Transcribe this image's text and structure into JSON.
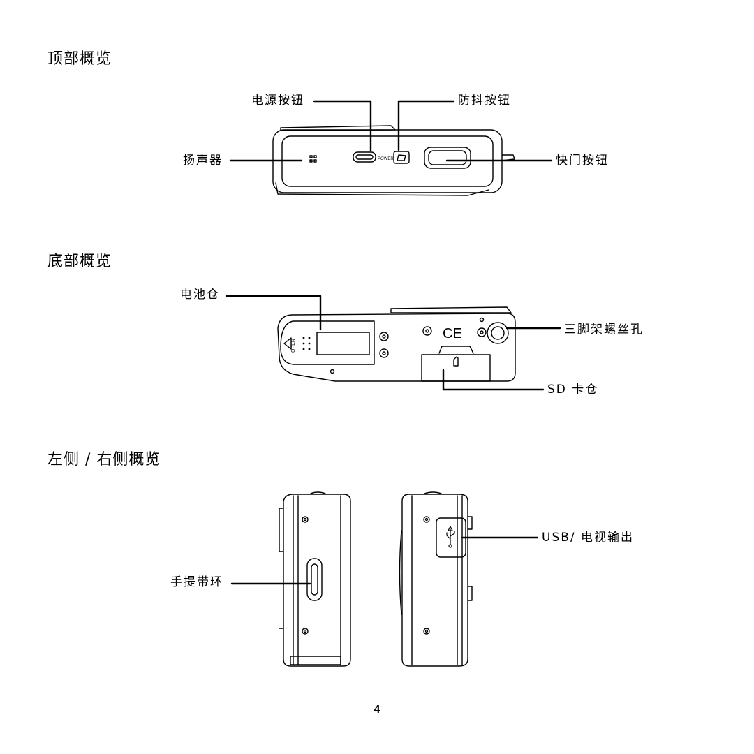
{
  "sections": {
    "top": {
      "heading": "顶部概览",
      "labels": {
        "power_button": "电源按钮",
        "stabilizer_button": "防抖按钮",
        "speaker": "扬声器",
        "shutter_button": "快门按钮"
      },
      "camera_text": {
        "power": "POWER"
      }
    },
    "bottom": {
      "heading": "底部概览",
      "labels": {
        "battery_compartment": "电池仓",
        "tripod_socket": "三脚架螺丝孔",
        "sd_slot": "SD 卡仓"
      },
      "camera_text": {
        "open": "OPEN",
        "ce_mark": "CE"
      }
    },
    "sides": {
      "heading": "左侧 / 右侧概览",
      "labels": {
        "usb_tv_out": "USB/ 电视输出",
        "strap_ring": "手提带环"
      }
    }
  },
  "page_number": "4",
  "colors": {
    "line": "#000000",
    "background": "#ffffff"
  }
}
